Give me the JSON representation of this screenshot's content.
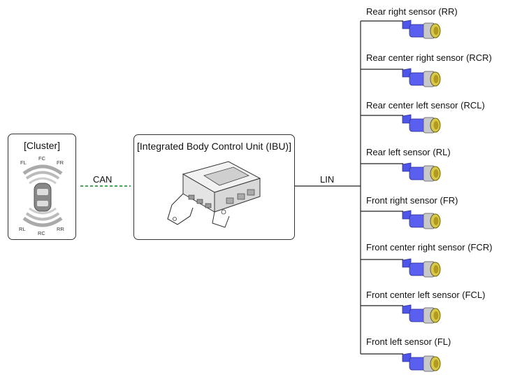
{
  "cluster": {
    "title": "[Cluster]",
    "zones": {
      "fl": "FL",
      "fc": "FC",
      "fr": "FR",
      "rl": "RL",
      "rc": "RC",
      "rr": "RR"
    }
  },
  "ibu": {
    "title": "[Integrated Body Control Unit (IBU)]"
  },
  "links": {
    "can": "CAN",
    "lin": "LIN"
  },
  "colors": {
    "can_line": "#2e9a3e",
    "sensor_body": "#5a5ff0",
    "sensor_lens": "#d9c94a"
  },
  "sensors": [
    {
      "label": "Rear right sensor (RR)"
    },
    {
      "label": "Rear center right sensor (RCR)"
    },
    {
      "label": "Rear center left sensor (RCL)"
    },
    {
      "label": "Rear left sensor (RL)"
    },
    {
      "label": "Front right sensor (FR)"
    },
    {
      "label": "Front center right sensor (FCR)"
    },
    {
      "label": "Front center left sensor (FCL)"
    },
    {
      "label": "Front left sensor (FL)"
    }
  ]
}
